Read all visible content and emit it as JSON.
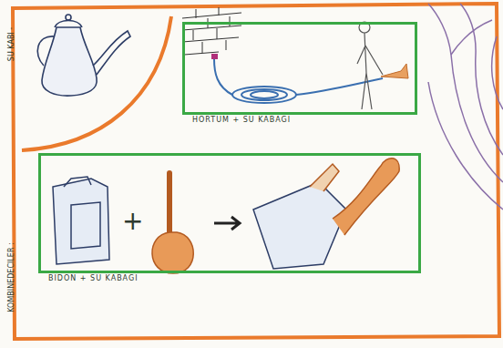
{
  "diagram": {
    "nodes": [
      {
        "text": [
          "HORTUM + SU KABAGI"
        ]
      },
      {
        "text": [
          "BIDON + SU KABAGI"
        ]
      }
    ],
    "labels": [
      "SU KABI -",
      "KOMBINEDECILER :",
      "+"
    ]
  }
}
